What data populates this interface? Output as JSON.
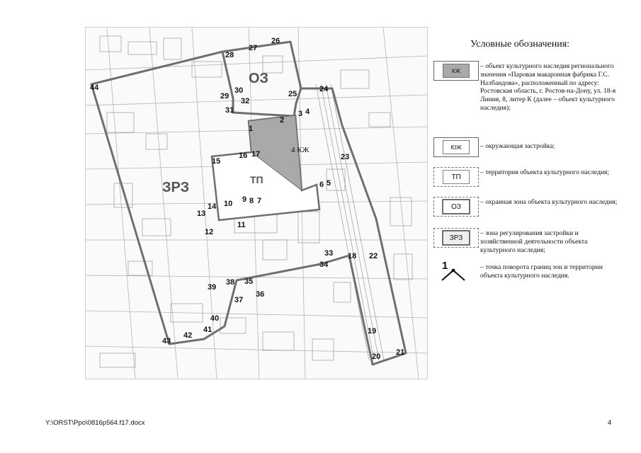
{
  "map": {
    "zone_labels": {
      "oz": "ОЗ",
      "zrz": "ЗРЗ",
      "tp": "ТП",
      "kzh": "4 КЖ"
    },
    "points": [
      "1",
      "2",
      "3",
      "4",
      "5",
      "6",
      "7",
      "8",
      "9",
      "10",
      "11",
      "12",
      "13",
      "14",
      "15",
      "16",
      "17",
      "18",
      "19",
      "20",
      "21",
      "22",
      "23",
      "24",
      "25",
      "26",
      "27",
      "28",
      "29",
      "30",
      "31",
      "32",
      "33",
      "34",
      "35",
      "36",
      "37",
      "38",
      "39",
      "40",
      "41",
      "42",
      "43",
      "44"
    ]
  },
  "legend": {
    "title": "Условные обозначения:",
    "items": [
      {
        "symbol": "КЖ",
        "text": "– объект культурного наследия регионального значения «Паровая макаронная фабрика Г.С. Налбандова», расположенный по адресу: Ростовская область, г. Ростов-на-Дону, ул. 18-я Линия, 8, литер К (далее – объект культурного наследия);"
      },
      {
        "symbol": "ЮЖ",
        "text": "– окружающая застройка;"
      },
      {
        "symbol": "ТП",
        "text": "– территория объекта культурного наследия;"
      },
      {
        "symbol": "ОЗ",
        "text": "– охранная зона объекта культурного наследия;"
      },
      {
        "symbol": "ЗРЗ",
        "text": "– зона регулирования застройки и хозяйственной деятельности объекта культурного наследия;"
      },
      {
        "symbol": "1",
        "text": "– точка поворота границ зон и территории объекта культурного наследия."
      }
    ]
  },
  "footer": {
    "path": "Y:\\ORST\\Ppo\\0816p564.f17.docx",
    "page": "4"
  },
  "colors": {
    "heritage_fill": "#a9a9a9",
    "boundary": "#6f6f6f",
    "background": "#ffffff"
  }
}
